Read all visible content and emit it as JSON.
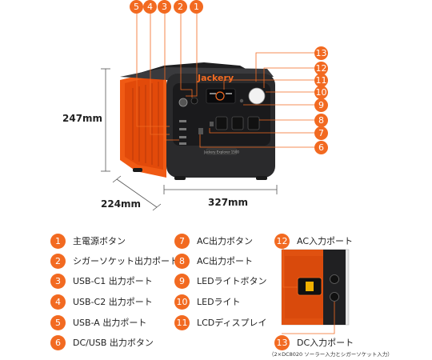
{
  "dimensions": {
    "height": "247mm",
    "depth": "224mm",
    "width": "327mm"
  },
  "product": {
    "brand": "Jackery",
    "model": "Jackery Explorer 1500"
  },
  "callout_numbers_top": [
    "5",
    "4",
    "3",
    "2",
    "1"
  ],
  "callout_numbers_right": [
    "13",
    "12",
    "11",
    "10",
    "9",
    "8",
    "7",
    "6"
  ],
  "legend": [
    {
      "num": "1",
      "label": "主電源ボタン"
    },
    {
      "num": "2",
      "label": "シガーソケット出力ポート"
    },
    {
      "num": "3",
      "label": "USB-C1 出力ポート"
    },
    {
      "num": "4",
      "label": "USB-C2 出力ポート"
    },
    {
      "num": "5",
      "label": "USB-A 出力ポート"
    },
    {
      "num": "6",
      "label": "DC/USB 出力ボタン"
    },
    {
      "num": "7",
      "label": "AC出力ボタン"
    },
    {
      "num": "8",
      "label": "AC出力ポート"
    },
    {
      "num": "9",
      "label": "LEDライトボタン"
    },
    {
      "num": "10",
      "label": "LEDライト"
    },
    {
      "num": "11",
      "label": "LCDディスプレイ"
    },
    {
      "num": "12",
      "label": "AC入力ポート"
    },
    {
      "num": "13",
      "label": "DC入力ポート"
    }
  ],
  "dc_input_note": "（2×DC8020 ソーラー入力とシガーソケット入力）",
  "colors": {
    "accent": "#f26a21",
    "body": "#2a2a2c",
    "panel": "#1a1a1c"
  }
}
